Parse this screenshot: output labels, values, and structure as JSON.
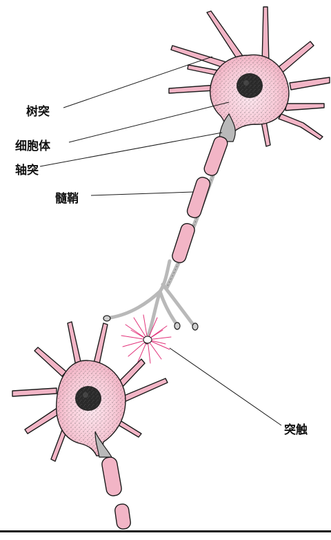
{
  "labels": {
    "dendrite": "树突",
    "cell_body": "细胞体",
    "axon": "轴突",
    "myelin_sheath": "髓鞘",
    "synapse": "突触"
  },
  "colors": {
    "membrane_pink": "#f2b5c6",
    "outline": "#1a1a1a",
    "cytoplasm_gray": "#b9b9b9",
    "nucleus_dark": "#222222",
    "spark_magenta": "#e2327a"
  }
}
